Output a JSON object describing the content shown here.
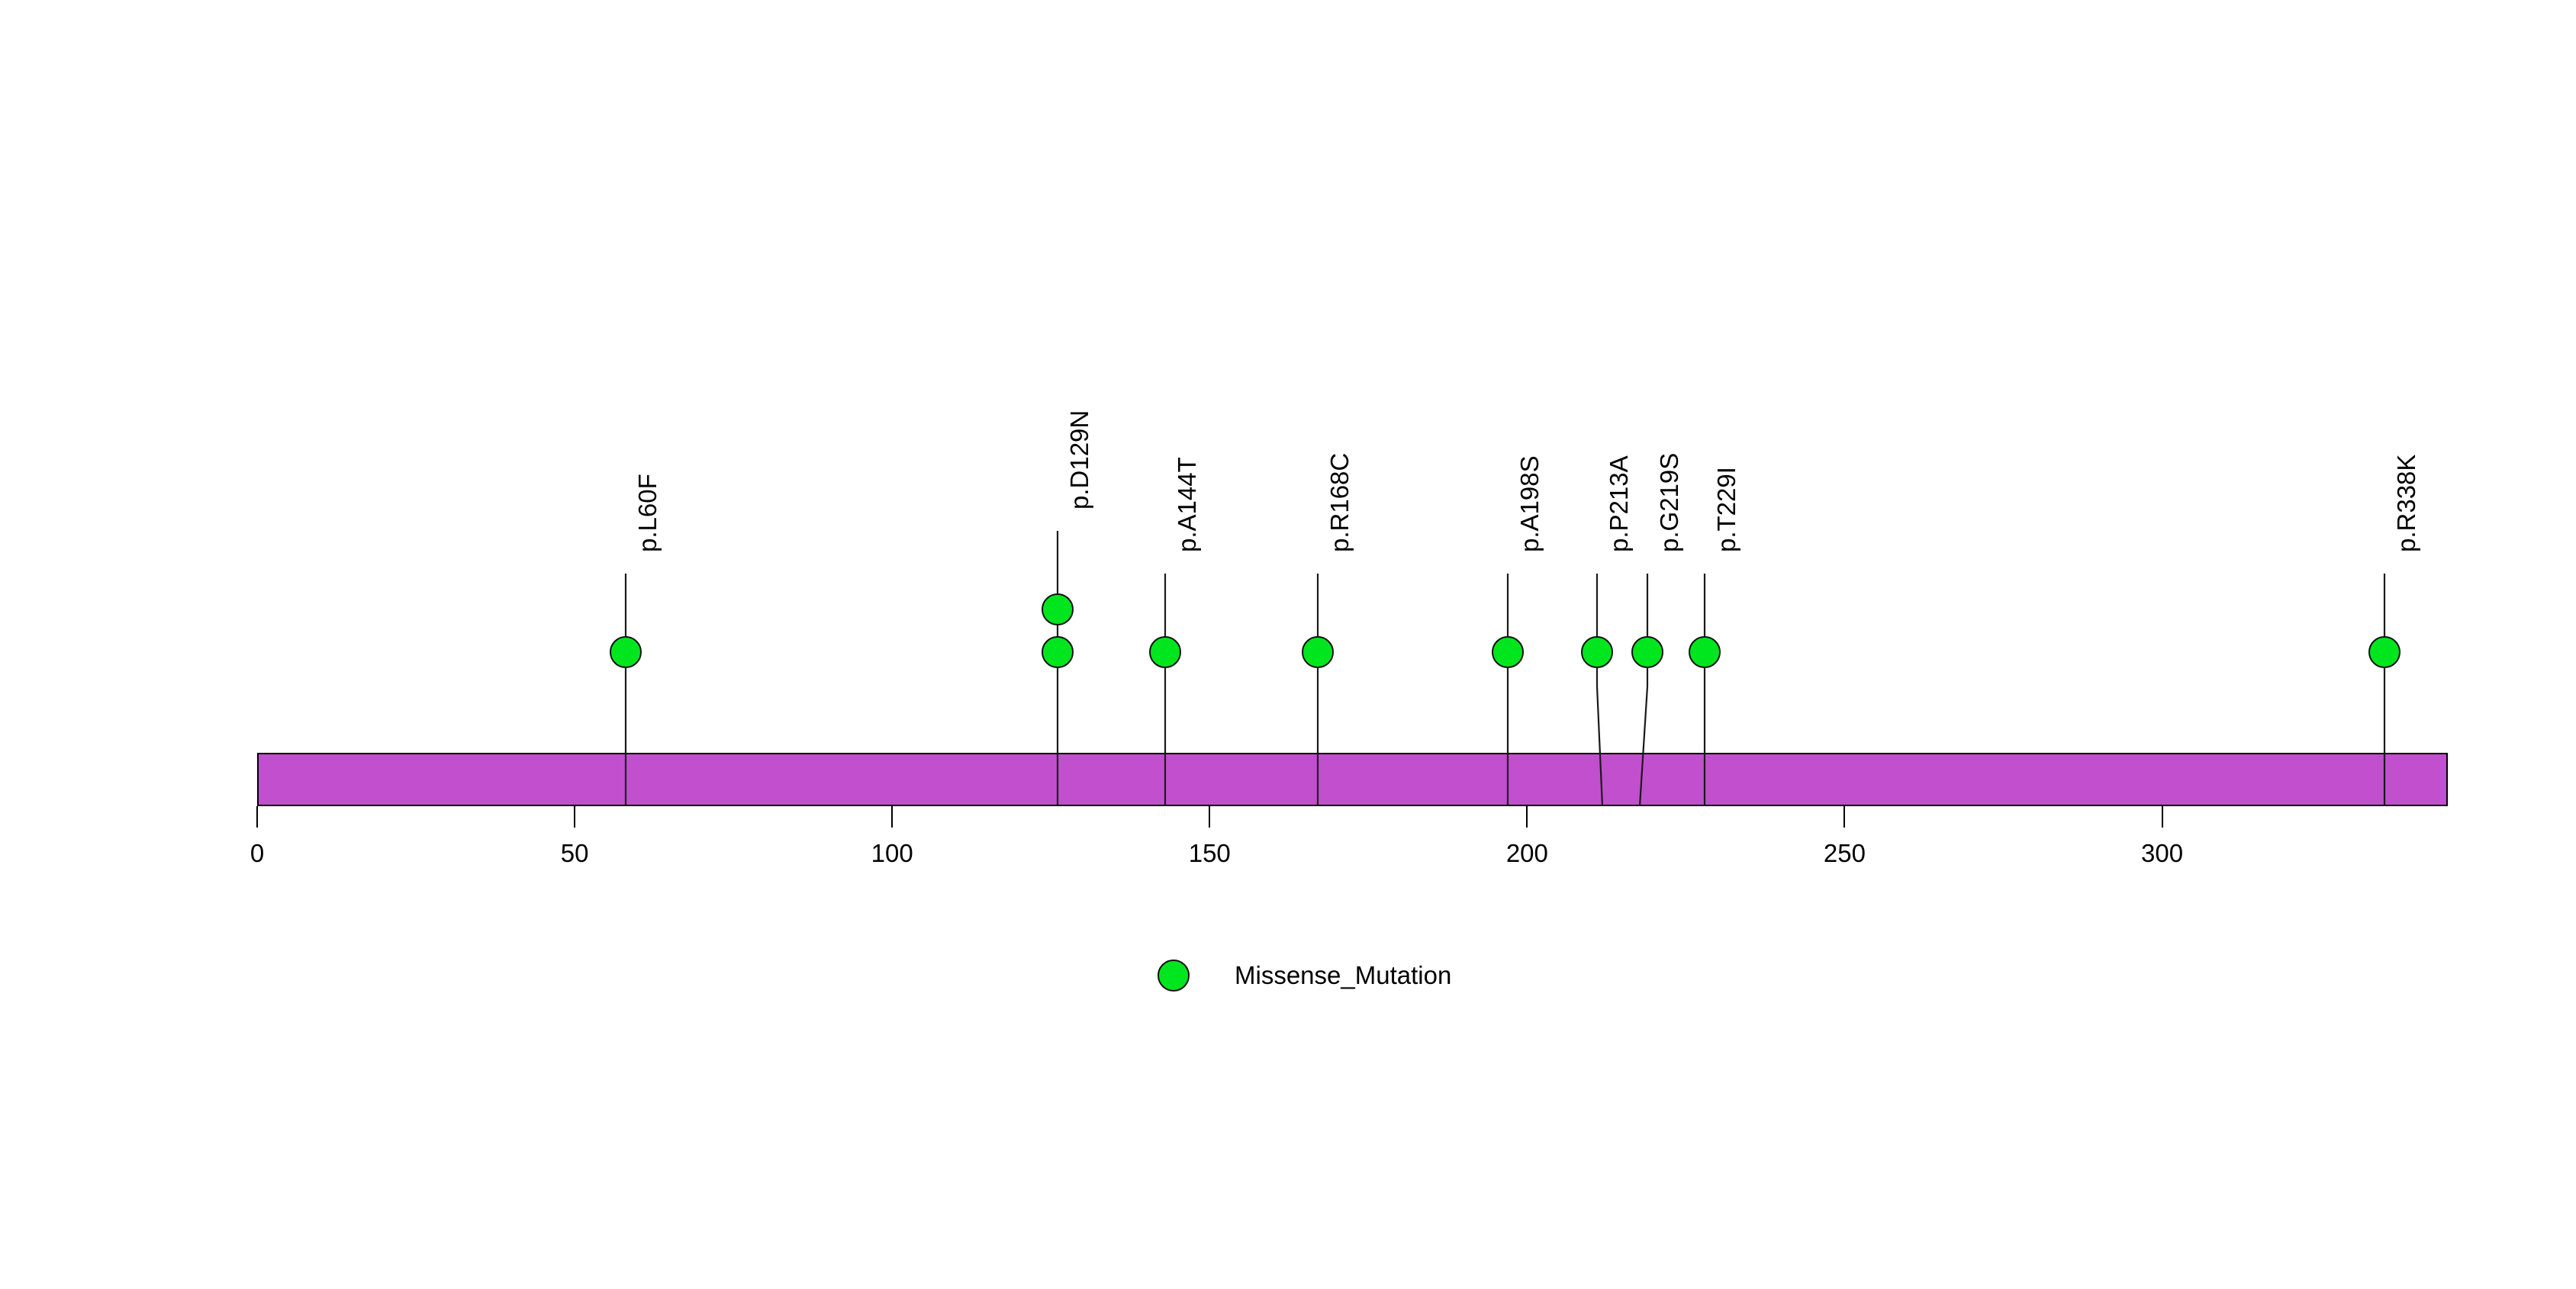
{
  "chart_data": {
    "type": "scatter",
    "plot_kind": "lollipop-mutation-diagram",
    "title": "",
    "subtitle": "",
    "xlabel": "",
    "ylabel": "",
    "xlim": [
      0,
      345
    ],
    "xticks": [
      0,
      50,
      100,
      150,
      200,
      250,
      300
    ],
    "xticklabels": [
      "0",
      "50",
      "100",
      "150",
      "200",
      "250",
      "300"
    ],
    "grid": false,
    "protein_length": 345,
    "domain_track": {
      "name": "protein-backbone",
      "start": 0,
      "end": 345,
      "fill_color": "#c24fce",
      "stroke_color": "#000000"
    },
    "marker_color": "#00e61e",
    "marker_stroke": "#111111",
    "categories": [
      "p.L60F",
      "p.D129N",
      "p.A144T",
      "p.R168C",
      "p.A198S",
      "p.P213A",
      "p.G219S",
      "p.T229I",
      "p.R338K"
    ],
    "values": [
      1,
      2,
      1,
      1,
      1,
      1,
      1,
      1,
      1
    ],
    "mutations": [
      {
        "label": "p.L60F",
        "position": 58,
        "count": 1,
        "type": "Missense_Mutation"
      },
      {
        "label": "p.D129N",
        "position": 126,
        "count": 2,
        "type": "Missense_Mutation"
      },
      {
        "label": "p.A144T",
        "position": 143,
        "count": 1,
        "type": "Missense_Mutation"
      },
      {
        "label": "p.R168C",
        "position": 167,
        "count": 1,
        "type": "Missense_Mutation"
      },
      {
        "label": "p.A198S",
        "position": 197,
        "count": 1,
        "type": "Missense_Mutation"
      },
      {
        "label": "p.P213A",
        "position": 211,
        "count": 1,
        "type": "Missense_Mutation"
      },
      {
        "label": "p.G219S",
        "position": 219,
        "count": 1,
        "type": "Missense_Mutation"
      },
      {
        "label": "p.T229I",
        "position": 228,
        "count": 1,
        "type": "Missense_Mutation"
      },
      {
        "label": "p.R338K",
        "position": 335,
        "count": 1,
        "type": "Missense_Mutation"
      }
    ],
    "legend": {
      "position": "bottom",
      "entries": [
        {
          "label": "Missense_Mutation",
          "color": "#00e61e"
        }
      ]
    }
  },
  "colors": {
    "marker": "#00e61e",
    "marker_stroke": "#111111",
    "domain": "#c24fce",
    "axis": "#000000",
    "background": "#ffffff"
  }
}
